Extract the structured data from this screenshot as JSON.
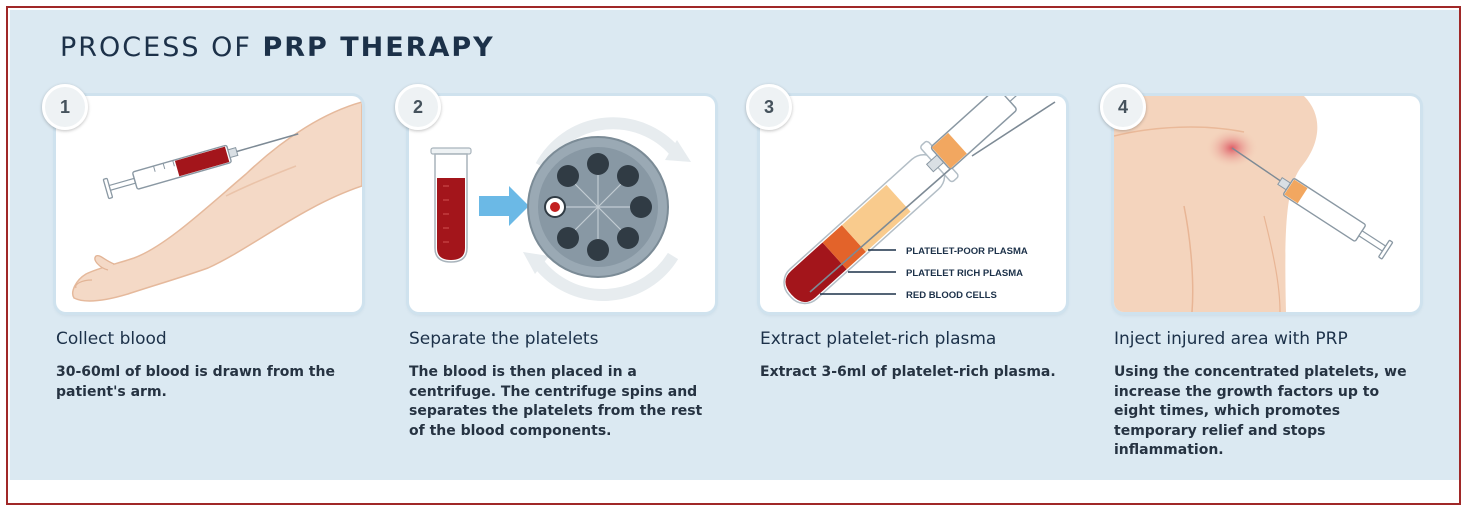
{
  "title": {
    "prefix": "PROCESS OF",
    "emphasis": "PRP THERAPY"
  },
  "colors": {
    "panel": "#dbe9f2",
    "frame": "#a02828",
    "blood": "#a3151b",
    "plasma": "#f2a760",
    "heading": "#1c3149"
  },
  "steps": [
    {
      "number": "1",
      "heading": "Collect blood",
      "description": "30-60ml of blood is drawn from the patient's arm.",
      "illustration": "arm-syringe-icon"
    },
    {
      "number": "2",
      "heading": "Separate the platelets",
      "description": "The blood is then placed in a centrifuge. The centrifuge spins and separates the platelets from the rest of the blood components.",
      "illustration": "centrifuge-icon"
    },
    {
      "number": "3",
      "heading": "Extract platelet-rich plasma",
      "description": "Extract 3-6ml of platelet-rich plasma.",
      "illustration": "test-tube-syringe-icon",
      "layers": [
        "PLATELET-POOR PLASMA",
        "PLATELET RICH PLASMA",
        "RED BLOOD CELLS"
      ]
    },
    {
      "number": "4",
      "heading": "Inject injured area with PRP",
      "description": "Using the concentrated platelets, we increase the growth factors up to eight times, which promotes temporary relief and stops inflammation.",
      "illustration": "shoulder-injection-icon"
    }
  ]
}
